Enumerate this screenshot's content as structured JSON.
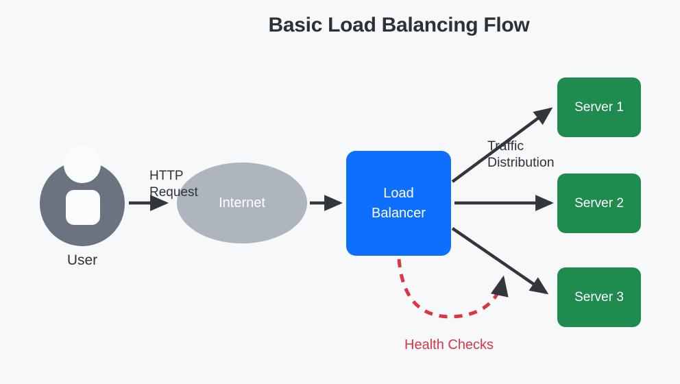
{
  "title": "Basic Load Balancing Flow",
  "nodes": {
    "user": {
      "label": "User",
      "shape": "actor-icon"
    },
    "internet": {
      "label": "Internet",
      "shape": "ellipse"
    },
    "load_balancer": {
      "label": "Load Balancer",
      "shape": "rounded-rect"
    },
    "server1": {
      "label": "Server 1",
      "shape": "rounded-rect"
    },
    "server2": {
      "label": "Server 2",
      "shape": "rounded-rect"
    },
    "server3": {
      "label": "Server 3",
      "shape": "rounded-rect"
    }
  },
  "edges": {
    "user_to_internet": {
      "label": "HTTP Request",
      "style": "solid-arrow"
    },
    "internet_to_load_balancer": {
      "style": "solid-arrow"
    },
    "load_balancer_to_servers": {
      "label": "Traffic Distribution",
      "style": "solid-arrow"
    },
    "health_check_loop": {
      "label": "Health Checks",
      "style": "dashed-curved-arrow"
    }
  },
  "icons": {
    "user": "person-icon"
  },
  "colors": {
    "background": "#f7f8fa",
    "user_icon": "#6b7280",
    "internet_fill": "#aeb5be",
    "load_balancer_fill": "#0e6ffc",
    "server_fill": "#1f8b4e",
    "edge_stroke": "#33363a",
    "health_check_stroke": "#dc3545",
    "text_dark": "#2e3338",
    "text_light": "#ffffff"
  }
}
